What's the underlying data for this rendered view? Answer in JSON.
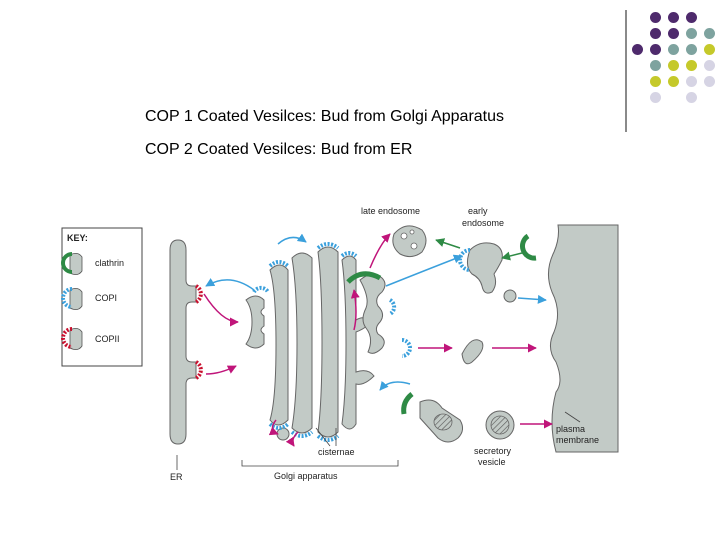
{
  "slide": {
    "line1": "COP 1  Coated Vesilces: Bud from  Golgi Apparatus",
    "line2": "COP 2  Coated Vesilces: Bud from ER"
  },
  "colors": {
    "purple": "#4e2a6c",
    "teal": "#7ea39f",
    "yellow": "#c5c92a",
    "lavender": "#d6d4e4",
    "organelle": "#c2cac6",
    "clathrin": "#2e8a45",
    "copi": "#3ba0dc",
    "copii": "#c8102e",
    "arrow_pink": "#c0157a"
  },
  "key": {
    "title": "KEY:",
    "clathrin": "clathrin",
    "copi": "COPI",
    "copii": "COPII"
  },
  "labels": {
    "late_endosome": "late endosome",
    "early_endosome_1": "early",
    "early_endosome_2": "endosome",
    "cisternae": "cisternae",
    "golgi": "Golgi apparatus",
    "er": "ER",
    "secretory_1": "secretory",
    "secretory_2": "vesicle",
    "plasma_1": "plasma",
    "plasma_2": "membrane"
  }
}
